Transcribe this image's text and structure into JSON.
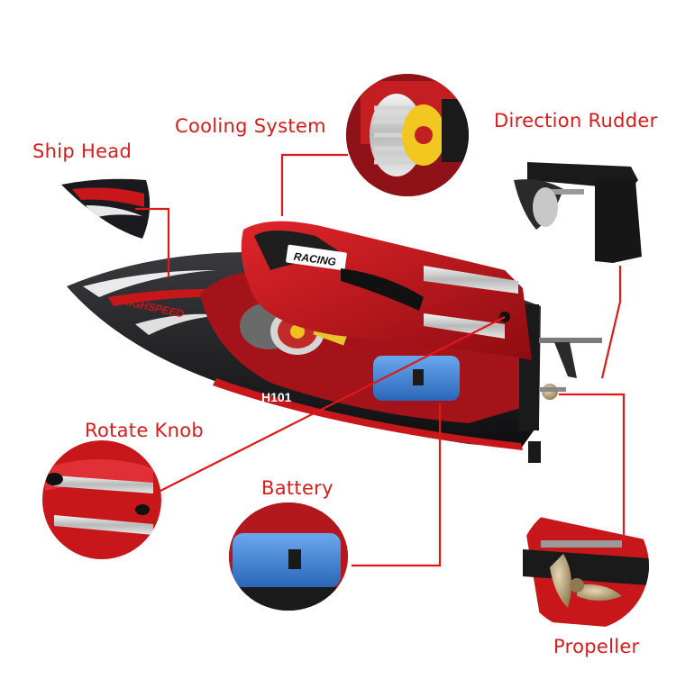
{
  "colors": {
    "label": "#d81c1c",
    "leader_line": "#e01818",
    "hull_red": "#c8171b",
    "hull_black": "#1c1c1e",
    "battery_blue": "#3e86d8",
    "propeller_bronze": "#b8a27a"
  },
  "labels": {
    "cooling_system": "Cooling System",
    "direction_rudder": "Direction Rudder",
    "ship_head": "Ship Head",
    "rotate_knob": "Rotate Knob",
    "battery": "Battery",
    "propeller": "Propeller"
  },
  "boat": {
    "hull_text": "HIGHSPEED",
    "model": "H101",
    "canopy_text": "RACING"
  }
}
